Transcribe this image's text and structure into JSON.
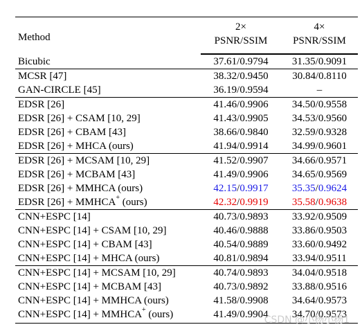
{
  "header": {
    "method": "Method",
    "scale_2x": "2×",
    "scale_4x": "4×",
    "metric_2x": "PSNR/SSIM",
    "metric_4x": "PSNR/SSIM"
  },
  "rows": [
    {
      "method": "Bicubic",
      "v2": "37.61/0.9794",
      "v4": "31.35/0.9091",
      "group_start": true
    },
    {
      "method": "MCSR [47]",
      "v2": "38.32/0.9450",
      "v4": "30.84/0.8110",
      "group_start": true
    },
    {
      "method": "GAN-CIRCLE [45]",
      "v2": "36.19/0.9594",
      "v4": "–"
    },
    {
      "method": "EDSR [26]",
      "v2": "41.46/0.9906",
      "v4": "34.50/0.9558",
      "group_start": true
    },
    {
      "method": "EDSR [26] + CSAM [10, 29]",
      "v2": "41.43/0.9905",
      "v4": "34.53/0.9560"
    },
    {
      "method": "EDSR [26] + CBAM [43]",
      "v2": "38.66/0.9840",
      "v4": "32.59/0.9328"
    },
    {
      "method": "EDSR [26] + MHCA (ours)",
      "v2": "41.94/0.9914",
      "v4": "34.99/0.9601"
    },
    {
      "method": "EDSR [26] + MCSAM [10, 29]",
      "v2": "41.52/0.9907",
      "v4": "34.66/0.9571",
      "group_start": true
    },
    {
      "method": "EDSR [26] + MCBAM [43]",
      "v2": "41.49/0.9906",
      "v4": "34.65/0.9569"
    },
    {
      "method": "EDSR [26] + MMHCA (ours)",
      "v2_a": "42.15",
      "v2_b": "0.9917",
      "v4_a": "35.35",
      "v4_b": "0.9624",
      "color": "blue"
    },
    {
      "method_pre": "EDSR [26] + MMHCA",
      "method_sup": "+",
      "method_post": " (ours)",
      "v2_a": "42.32",
      "v2_b": "0.9919",
      "v4_a": "35.58",
      "v4_b": "0.9638",
      "color": "red"
    },
    {
      "method": "CNN+ESPC [14]",
      "v2": "40.73/0.9893",
      "v4": "33.92/0.9509",
      "group_start": true
    },
    {
      "method": "CNN+ESPC [14] + CSAM [10, 29]",
      "v2": "40.46/0.9888",
      "v4": "33.86/0.9503"
    },
    {
      "method": "CNN+ESPC [14] + CBAM [43]",
      "v2": "40.54/0.9889",
      "v4": "33.60/0.9492"
    },
    {
      "method": "CNN+ESPC [14] + MHCA (ours)",
      "v2": "40.81/0.9894",
      "v4": "33.94/0.9511"
    },
    {
      "method": "CNN+ESPC [14] + MCSAM [10, 29]",
      "v2": "40.74/0.9893",
      "v4": "34.04/0.9518",
      "group_start": true
    },
    {
      "method": "CNN+ESPC [14] + MCBAM [43]",
      "v2": "40.73/0.9892",
      "v4": "33.88/0.9516"
    },
    {
      "method": "CNN+ESPC [14] + MMHCA (ours)",
      "v2": "41.58/0.9908",
      "v4": "34.64/0.9573"
    },
    {
      "method_pre": "CNN+ESPC [14] + MMHCA",
      "method_sup": "+",
      "method_post": " (ours)",
      "v2": "41.49/0.9904",
      "v4": "34.70/0.9573"
    }
  ],
  "watermark": "CSDN @小杨小杨1"
}
